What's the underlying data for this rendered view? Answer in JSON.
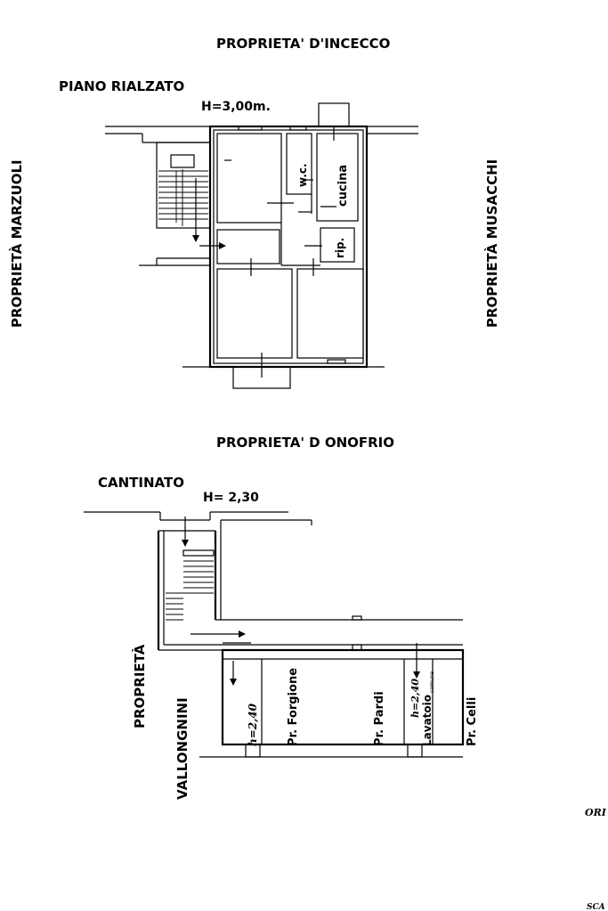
{
  "top_plan": {
    "property_north": "PROPRIETA' D'INCECCO",
    "floor_title": "PIANO RIALZATO",
    "height": "H=3,00m.",
    "property_west": "PROPRIETÀ MARZUOLI",
    "property_east": "PROPRIETÀ MUSACCHI",
    "rooms": {
      "wc": "w.c.",
      "kitchen": "cucina",
      "storage": "rip."
    }
  },
  "separator_label": "PROPRIETA' D ONOFRIO",
  "bottom_plan": {
    "floor_title": "CANTINATO",
    "height": "H= 2,30",
    "property_west_a": "PROPRIETÀ",
    "property_west_b": "VALLONGNINI",
    "cellar_height_1": "h=2,40",
    "cellar_height_2": "h=2,40",
    "owners": {
      "forgione": "Pr. Forgione",
      "pardi": "Pr. Pardi",
      "lavatoio": "Lavatoio",
      "lavatoio_sub": "comune",
      "celli": "Pr. Celli"
    }
  },
  "corner_text_1": "ORI",
  "corner_text_2": "SCA"
}
